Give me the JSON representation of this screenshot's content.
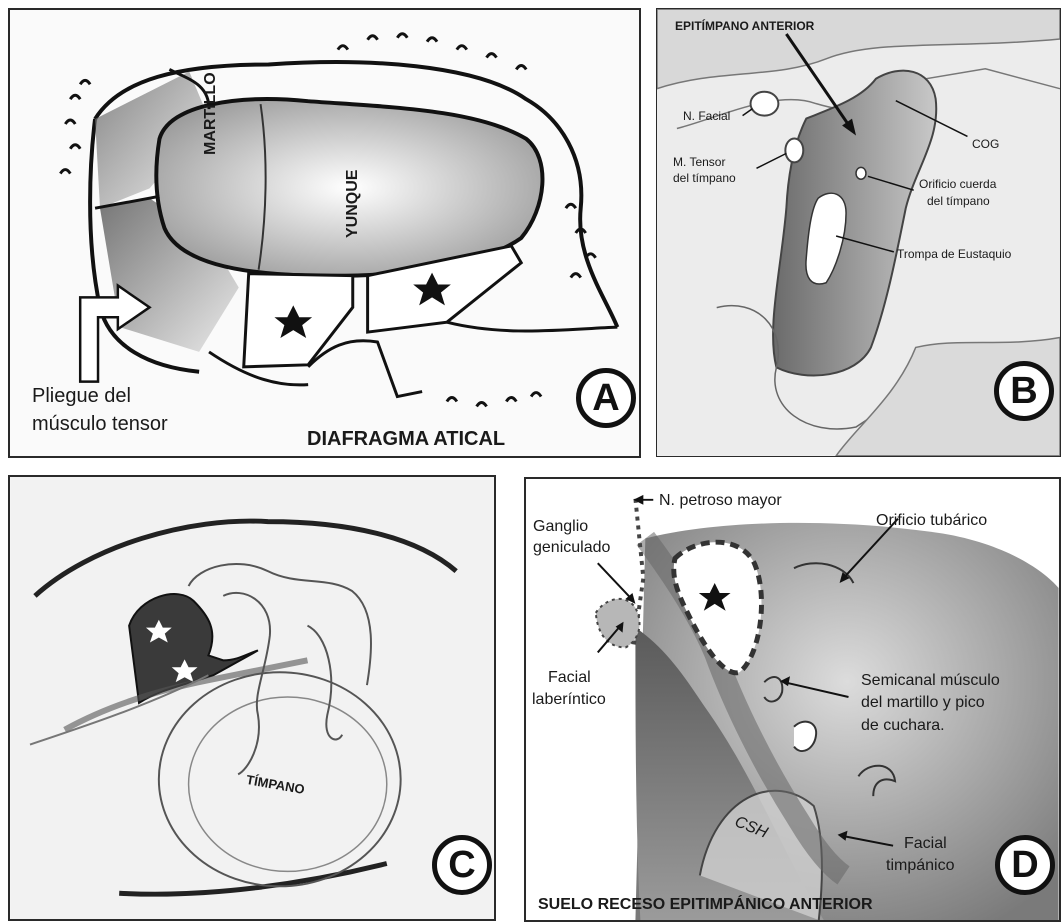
{
  "panel_a": {
    "badge": "A",
    "title": "DIAFRAGMA ATICAL",
    "label_martillo": "MARTILLO",
    "label_yunque": "YUNQUE",
    "fold_label_line1": "Pliegue del",
    "fold_label_line2": "músculo tensor"
  },
  "panel_b": {
    "badge": "B",
    "title": "EPITÍMPANO ANTERIOR",
    "n_facial": "N. Facial",
    "m_tensor_line1": "M. Tensor",
    "m_tensor_line2": "del tímpano",
    "cog": "COG",
    "orificio_line1": "Orificio cuerda",
    "orificio_line2": "del tímpano",
    "trompa": "Trompa de Eustaquio"
  },
  "panel_c": {
    "badge": "C",
    "timpano": "TÍMPANO"
  },
  "panel_d": {
    "badge": "D",
    "title": "SUELO RECESO EPITIMPÁNICO ANTERIOR",
    "petroso": "N. petroso mayor",
    "ganglio_line1": "Ganglio",
    "ganglio_line2": "geniculado",
    "orificio_tubarico": "Orificio tubárico",
    "semicanal_line1": "Semicanal músculo",
    "semicanal_line2": "del martillo y pico",
    "semicanal_line3": "de cuchara.",
    "facial_lab_line1": "Facial",
    "facial_lab_line2": "laberíntico",
    "facial_timp_line1": "Facial",
    "facial_timp_line2": "timpánico",
    "csh": "CSH"
  }
}
